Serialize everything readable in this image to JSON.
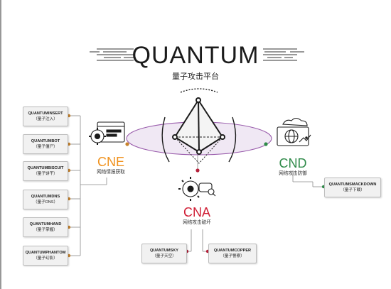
{
  "header": {
    "title": "QUANTUM",
    "subtitle": "量子攻击平台"
  },
  "categories": [
    {
      "code": "CNE",
      "name": "网络情报获取",
      "color": "#f0921e"
    },
    {
      "code": "CND",
      "name": "网络攻击防御",
      "color": "#2f8a49"
    },
    {
      "code": "CNA",
      "name": "网络攻击破坏",
      "color": "#d01e35"
    }
  ],
  "tools": {
    "cne": [
      {
        "name": "QUANTUMINSERT",
        "sub": "（量子注入）"
      },
      {
        "name": "QUANTUMBOT",
        "sub": "（量子僵尸）"
      },
      {
        "name": "QUANTUMBISCUIT",
        "sub": "（量子饼干）"
      },
      {
        "name": "QUANTUMDNS",
        "sub": "（量子DNS）"
      },
      {
        "name": "QUANTUMHAND",
        "sub": "（量子掌握）"
      },
      {
        "name": "QUANTUMPHANTOM",
        "sub": "（量子幻影）"
      }
    ],
    "cnd": [
      {
        "name": "QUANTUMSMACKDOWN",
        "sub": "（量子下载）"
      }
    ],
    "cna": [
      {
        "name": "QUANTUMSKY",
        "sub": "（量子天空）"
      },
      {
        "name": "QUANTUMCOPPER",
        "sub": "（量子警察）"
      }
    ]
  },
  "colors": {
    "cne_dot": "#c7822c",
    "cnd_dot": "#2f8a49",
    "cna_dot": "#b5213a",
    "orbit": "#8e4aa3",
    "line": "#8a8a8a"
  },
  "icons": [
    "gear-icon",
    "monitor-icon",
    "globe-icon",
    "cloud-icon",
    "bug-icon",
    "pyramid-icon"
  ]
}
